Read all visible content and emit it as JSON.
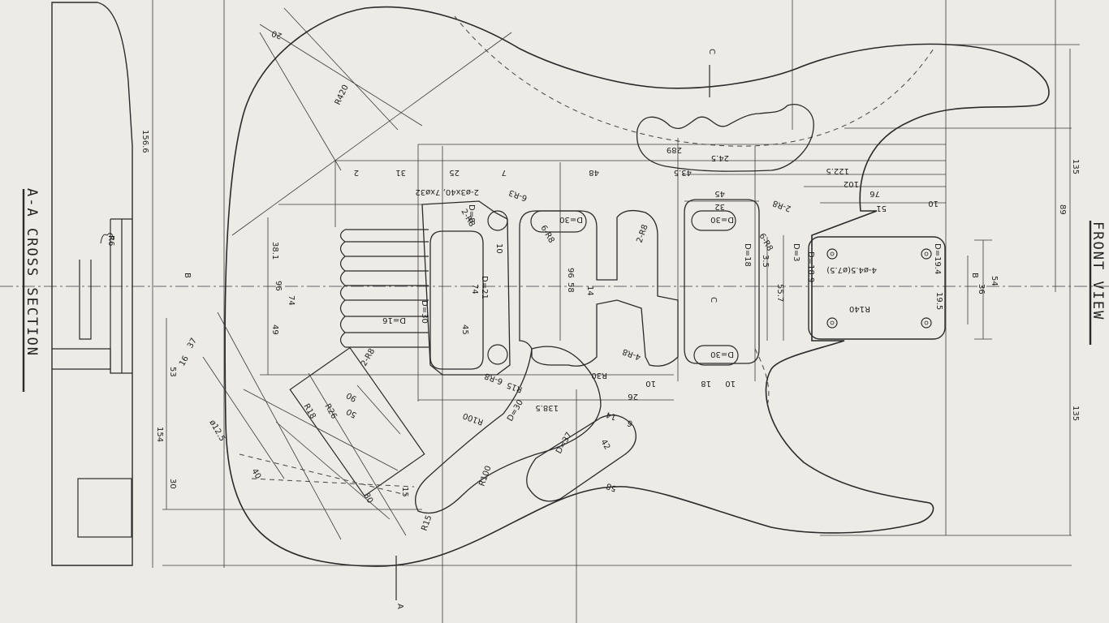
{
  "views": {
    "left_title": "A-A CROSS SECTION",
    "right_title": "FRONT VIEW"
  },
  "section_marks": {
    "a": "A",
    "b_left": "B",
    "b_right": "B",
    "c_top": "C",
    "c_mid": "C"
  },
  "dimensions": {
    "d20": "20",
    "r420": "R420",
    "d2": "2",
    "d31": "31",
    "d25": "25",
    "d7": "7",
    "d48": "48",
    "d435": "43.5",
    "d245": "24.5",
    "d289": "289",
    "d1225": "122.5",
    "d102": "102",
    "d76": "76",
    "d51": "51",
    "d10a": "10",
    "d45": "45",
    "d32": "32",
    "holes": "2-ø3x40, 7xø32",
    "r3a": "6-R3",
    "d30a": "D=30",
    "d30b": "D=30",
    "d30c": "D=30",
    "d30d": "D=30",
    "r8a": "6-R8",
    "r8b": "2-R8",
    "r8c": "2-R8",
    "r8d": "6-R8",
    "r8e": "2-R8",
    "r8f": "4-R8",
    "r8g": "2-R8",
    "r8h": "6-R8",
    "d10b": "10",
    "d18": "D=18",
    "d8a": "D=8",
    "d21": "D=21",
    "d3": "D=3",
    "d189": "D=18.9",
    "d194": "D=19.4",
    "bolt": "4-ø4.5(ø7.5)",
    "r140": "R140",
    "d195": "19.5",
    "d54": "54",
    "d36": "36",
    "d89": "89",
    "d135a": "135",
    "d135b": "135",
    "d1566": "156.6",
    "d154": "154",
    "d53": "53",
    "d30e": "30",
    "d381": "38.1",
    "d96": "96",
    "d49": "49",
    "d74": "74",
    "d45b": "45",
    "d96b": "96",
    "d58": "58",
    "d14a": "14",
    "d74b": "74",
    "d557": "55.7",
    "d35": "3.5",
    "d1385": "138.5",
    "d26": "26",
    "d10c": "10",
    "d18b": "18",
    "d10d": "10",
    "r30": "R30",
    "r15": "R15",
    "r100a": "R100",
    "r100b": "R100",
    "d30f": "D=30",
    "d37": "D=37",
    "r15b": "R15",
    "d58b": "58",
    "d14b": "14",
    "d6": "6",
    "d42": "42",
    "d37b": "37",
    "r6": "R6",
    "d16": "D=16",
    "d125": "ø12.5",
    "d40": "40",
    "r18": "R18",
    "r26": "R26",
    "d80": "80",
    "d90": "90",
    "d50": "50",
    "d15": "15",
    "d16b": "16"
  }
}
